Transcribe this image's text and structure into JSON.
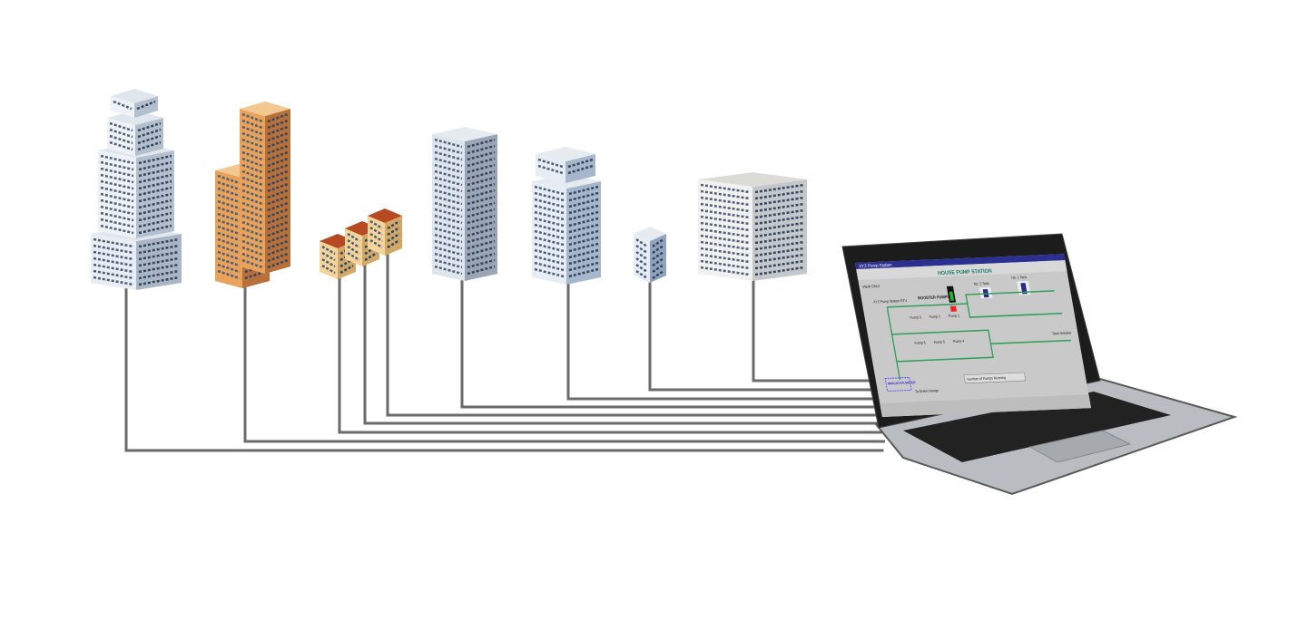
{
  "screen": {
    "window_title": "XYZ Pump Station",
    "title": "HOUSE PUMP STATION",
    "view_mode": "VIEW ONLY",
    "rtu_label": "XYZ Pump Station RTU",
    "booster_label": "BOOSTER PUMPS",
    "pumps": [
      "Pump 1",
      "Pump 2",
      "Pump 3",
      "Pump 4",
      "Pump 5",
      "Pump 6"
    ],
    "tank2": "No. 2 Tank",
    "tank1": "No. 1 Tank",
    "irrigation": "IRRIGATION METER",
    "to_green": "To Green Range",
    "pumps_running": "Number of Pumps Running",
    "town_booster": "Town Booster",
    "colors": {
      "pipe": "#2e9e5a",
      "panel": "#c9c9c9",
      "titlebar": "#2b2f8f"
    }
  },
  "buildings": [
    "tower-white-tall",
    "tower-orange",
    "small-houses",
    "tower-gray",
    "tower-blue",
    "small-block",
    "office-cube"
  ]
}
